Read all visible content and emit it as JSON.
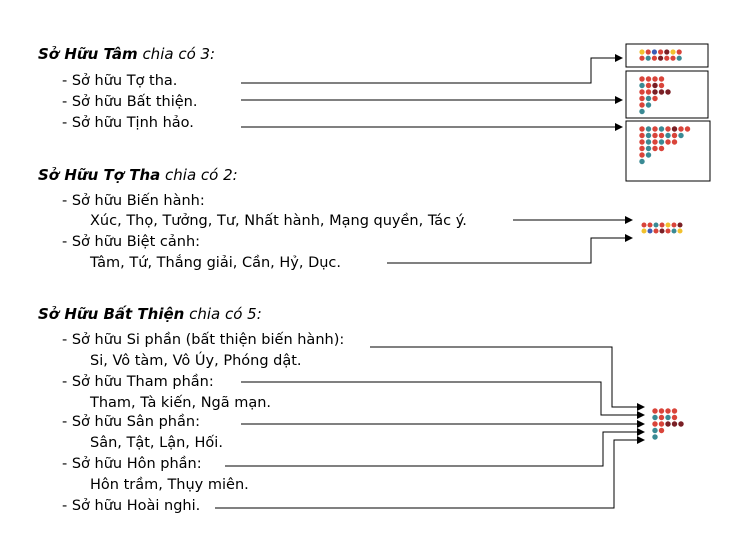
{
  "sections": [
    {
      "title_bold": "Sở Hữu Tâm",
      "title_rest": " chia có 3:",
      "items": [
        {
          "label": "- Sở hữu Tợ tha."
        },
        {
          "label": "- Sở hữu Bất thiện."
        },
        {
          "label": "- Sở hữu Tịnh hảo."
        }
      ]
    },
    {
      "title_bold": "Sở Hữu Tợ Tha",
      "title_rest": " chia có 2:",
      "items": [
        {
          "label": "- Sở hữu Biến hành:",
          "detail": "Xúc, Thọ, Tưởng, Tư, Nhất hành, Mạng quyền, Tác ý."
        },
        {
          "label": "- Sở hữu Biệt cảnh:",
          "detail": "Tâm, Tứ, Thắng giải, Cần, Hỷ, Dục."
        }
      ]
    },
    {
      "title_bold": "Sở Hữu Bất Thiện",
      "title_rest": " chia có 5:",
      "items": [
        {
          "label": "- Sở hữu Si phần (bất thiện biến hành):",
          "detail": "Si, Vô tàm, Vô Úy, Phóng dật."
        },
        {
          "label": "- Sở hữu Tham phần:",
          "detail": "Tham, Tà kiến, Ngã mạn."
        },
        {
          "label": "- Sở hữu Sân phần:",
          "detail": "Sân, Tật, Lận, Hối."
        },
        {
          "label": "- Sở hữu Hôn phần:",
          "detail": "Hôn trầm, Thụy miên."
        },
        {
          "label": "- Sở hữu Hoài nghi."
        }
      ]
    }
  ],
  "icon_colors": {
    "red": "#d9443a",
    "teal": "#3a8a94",
    "dark": "#7a1f25",
    "yellow": "#f2c12e",
    "blue": "#3b5bb5",
    "line": "#000000"
  }
}
